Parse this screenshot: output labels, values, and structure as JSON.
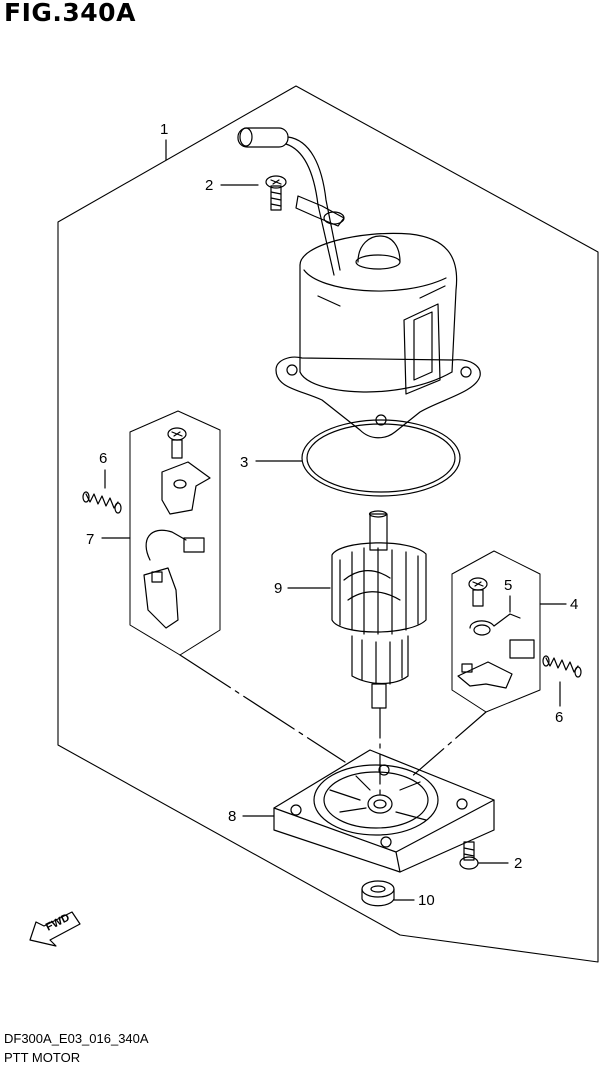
{
  "figure": {
    "title": "FIG.340A",
    "code": "DF300A_E03_016_340A",
    "name": "PTT MOTOR",
    "fwd": "FWD"
  },
  "callouts": {
    "c1": "1",
    "c2a": "2",
    "c2b": "2",
    "c3": "3",
    "c4": "4",
    "c5": "5",
    "c6a": "6",
    "c6b": "6",
    "c7": "7",
    "c8": "8",
    "c9": "9",
    "c10": "10"
  },
  "parts": [
    {
      "id": "1",
      "icon": "ptt-motor-assembly-icon"
    },
    {
      "id": "2",
      "icon": "screw-icon"
    },
    {
      "id": "3",
      "icon": "o-ring-icon"
    },
    {
      "id": "4",
      "icon": "brush-holder-icon"
    },
    {
      "id": "5",
      "icon": "brush-screw-icon"
    },
    {
      "id": "6",
      "icon": "spring-icon"
    },
    {
      "id": "7",
      "icon": "brush-set-icon"
    },
    {
      "id": "8",
      "icon": "end-cap-icon"
    },
    {
      "id": "9",
      "icon": "armature-icon"
    },
    {
      "id": "10",
      "icon": "seal-icon"
    }
  ]
}
